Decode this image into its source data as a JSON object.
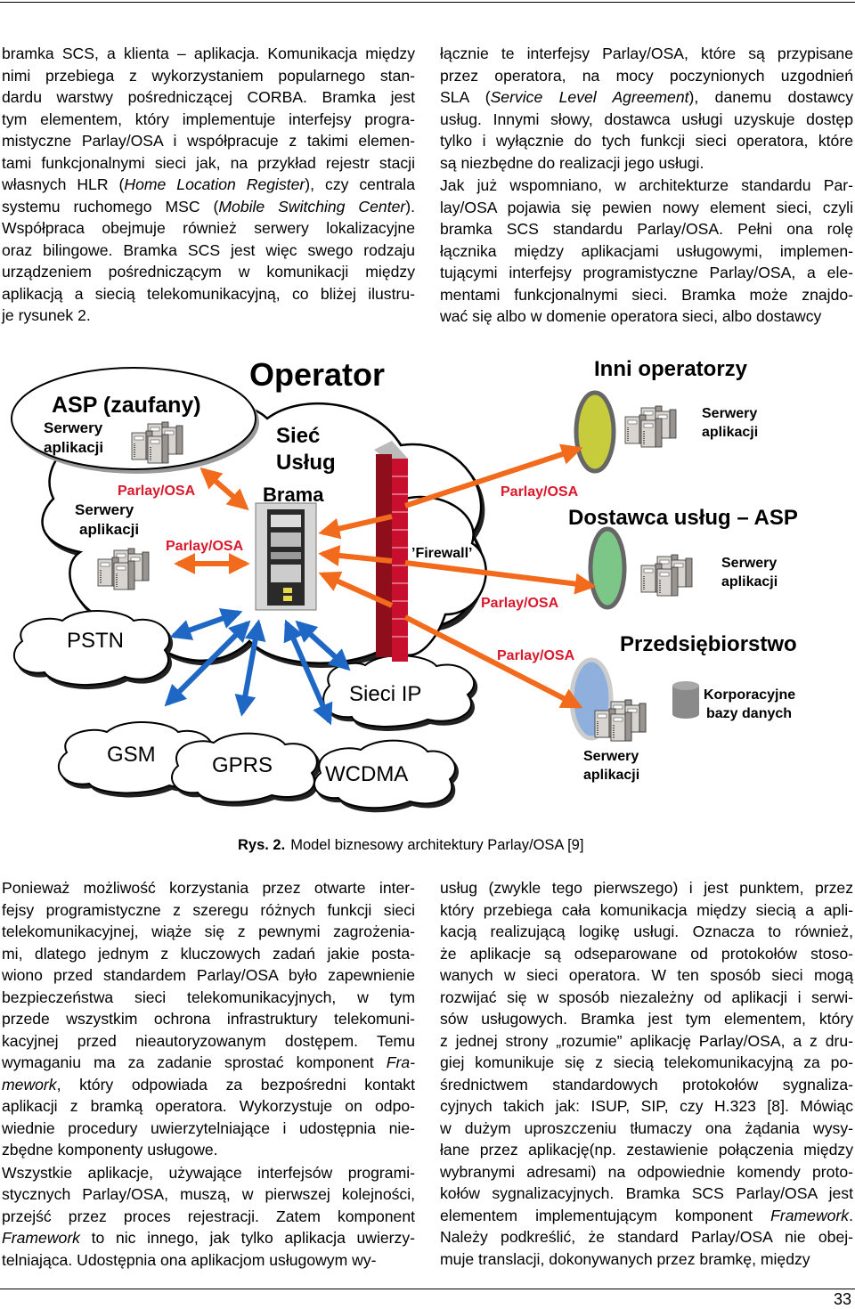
{
  "top_left": [
    [
      "bramka SCS, a klienta – aplikacja. Komunikacja między",
      "nimi przebiega z wykorzystaniem popularnego stan-",
      "dardu warstwy pośredniczącej CORBA. Bramka jest",
      "tym elementem, który implementuje interfejsy progra-",
      "mistyczne Parlay/OSA i współpracuje z takimi elemen-",
      "tami funkcjonalnymi sieci jak, na przykład rejestr stacji",
      [
        [
          "własnych HLR (",
          0
        ],
        [
          "Home Location Register",
          1
        ],
        [
          "), czy centrala",
          0
        ]
      ],
      [
        [
          "systemu ruchomego MSC (",
          0
        ],
        [
          "Mobile Switching Center",
          1
        ],
        [
          ").",
          0
        ]
      ],
      "Współpraca obejmuje również serwery lokalizacyjne",
      "oraz bilingowe. Bramka SCS jest więc swego rodzaju",
      "urządzeniem pośredniczącym w komunikacji między",
      "aplikacją a siecią telekomunikacyjną, co bliżej ilustru-",
      "je rysunek 2."
    ]
  ],
  "top_right": [
    [
      "łącznie te interfejsy Parlay/OSA, które są przypisane",
      "przez operatora, na mocy poczynionych uzgodnień",
      [
        [
          "SLA (",
          0
        ],
        [
          "Service Level Agreement",
          1
        ],
        [
          "), danemu dostawcy",
          0
        ]
      ],
      "usług. Innymi słowy, dostawca usługi uzyskuje dostęp",
      "tylko i wyłącznie do tych funkcji sieci operatora, które",
      "są niezbędne do realizacji jego usługi."
    ],
    [
      "Jak już wspomniano, w architekturze standardu Par-",
      "lay/OSA pojawia się pewien nowy element sieci, czyli",
      "bramka SCS standardu Parlay/OSA. Pełni ona rolę",
      "łącznika między aplikacjami usługowymi, implemen-",
      "tującymi interfejsy programistyczne Parlay/OSA, a ele-",
      "mentami funkcjonalnymi sieci. Bramka może znajdo-",
      "wać się albo w domenie operatora sieci, albo dostawcy"
    ]
  ],
  "bottom_left": [
    [
      "Ponieważ możliwość korzystania przez otwarte inter-",
      "fejsy programistyczne z szeregu różnych funkcji sieci",
      "telekomunikacyjnej, wiąże się z pewnymi zagrożenia-",
      "mi, dlatego jednym z kluczowych zadań jakie posta-",
      "wiono przed standardem Parlay/OSA było zapewnienie",
      "bezpieczeństwa sieci telekomunikacyjnych, w tym",
      "przede wszystkim ochrona infrastruktury telekomuni-",
      "kacyjnej przed nieautoryzowanym dostępem. Temu",
      [
        [
          "wymaganiu ma za zadanie sprostać komponent ",
          0
        ],
        [
          "Fra-",
          1
        ]
      ],
      [
        [
          "mework",
          1
        ],
        [
          ", który odpowiada za bezpośredni kontakt",
          0
        ]
      ],
      "aplikacji z bramką operatora. Wykorzystuje on odpo-",
      "wiednie procedury uwierzytelniające i udostępnia nie-",
      "zbędne komponenty usługowe."
    ],
    [
      "Wszystkie aplikacje, używające interfejsów programi-",
      "stycznych Parlay/OSA, muszą, w pierwszej kolejności,",
      "przejść przez proces rejestracji. Zatem komponent",
      [
        [
          "Framework",
          1
        ],
        [
          " to nic innego, jak tylko aplikacja uwierzy-",
          0
        ]
      ],
      "telniająca. Udostępnia ona aplikacjom usługowym wy-"
    ]
  ],
  "bottom_right": [
    [
      "usług (zwykle tego pierwszego) i jest punktem, przez",
      "który przebiega cała komunikacja między siecią a apli-",
      "kacją realizującą logikę usługi. Oznacza to również,",
      "że aplikacje są odseparowane od protokołów stoso-",
      "wanych w sieci operatora. W ten sposób sieci mogą",
      "rozwijać się w sposób niezależny od aplikacji i serwi-",
      "sów usługowych. Bramka jest tym elementem, który",
      "z jednej strony „rozumie” aplikację Parlay/OSA, a z dru-",
      "giej komunikuje się z siecią telekomunikacyjną za po-",
      "średnictwem standardowych protokołów sygnaliza-",
      "cyjnych takich jak: ISUP, SIP, czy H.323 [8]. Mówiąc",
      "w dużym uproszczeniu tłumaczy ona żądania wysy-",
      "łane przez aplikację(np. zestawienie połączenia między",
      "wybranymi adresami) na odpowiednie komendy proto-",
      "kołów sygnalizacyjnych. Bramka SCS Parlay/OSA jest",
      [
        [
          "elementem implementującym komponent ",
          0
        ],
        [
          "Framework",
          1
        ],
        [
          ".",
          0
        ]
      ],
      "Należy podkreślić, że standard Parlay/OSA nie obej-",
      "muje translacji, dokonywanych przez bramkę, między"
    ]
  ],
  "figure": {
    "operator": "Operator",
    "asp_trusted": "ASP (zaufany)",
    "app_servers_1": "Serwery",
    "app_servers_2": "aplikacji",
    "service_net_1": "Sieć",
    "service_net_2": "Usług",
    "gateway": "Brama",
    "parlay": "Parlay/OSA",
    "firewall": "’Firewall’",
    "pstn": "PSTN",
    "gsm": "GSM",
    "gprs": "GPRS",
    "wcdma": "WCDMA",
    "ip": "Sieci IP",
    "other_ops": "Inni operatorzy",
    "provider": "Dostawca usług – ASP",
    "enterprise": "Przedsiębiorstwo",
    "db_1": "Korporacyjne",
    "db_2": "bazy danych",
    "colors": {
      "orange": "#f26a1b",
      "blue": "#1f67c4",
      "red_label": "#d9182b",
      "olive": "#c6cc3c",
      "green": "#7cc787",
      "lightblue": "#8fb0dc"
    }
  },
  "caption": {
    "label": "Rys. 2.",
    "text": "Model biznesowy architektury Parlay/OSA [9]"
  },
  "page_number": "33"
}
